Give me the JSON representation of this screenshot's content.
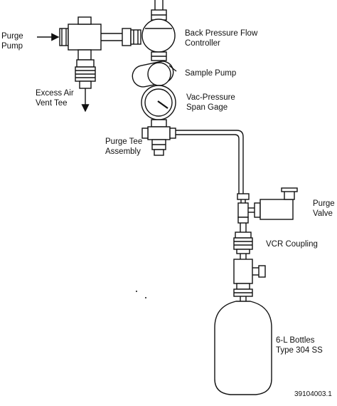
{
  "labels": {
    "purge_pump": [
      "Purge",
      "Pump"
    ],
    "excess_air_vent_tee": [
      "Excess Air",
      "Vent Tee"
    ],
    "back_pressure_flow_controller": [
      "Back Pressure Flow",
      "Controller"
    ],
    "sample_pump": "Sample Pump",
    "vac_pressure_span_gage": [
      "Vac-Pressure",
      "Span Gage"
    ],
    "purge_tee_assembly": [
      "Purge Tee",
      "Assembly"
    ],
    "purge_valve": [
      "Purge",
      "Valve"
    ],
    "vcr_coupling": "VCR Coupling",
    "bottles": [
      "6-L Bottles",
      "Type 304 SS"
    ],
    "figure_number": "39104003.1"
  },
  "colors": {
    "line": "#111111",
    "background": "#ffffff"
  }
}
